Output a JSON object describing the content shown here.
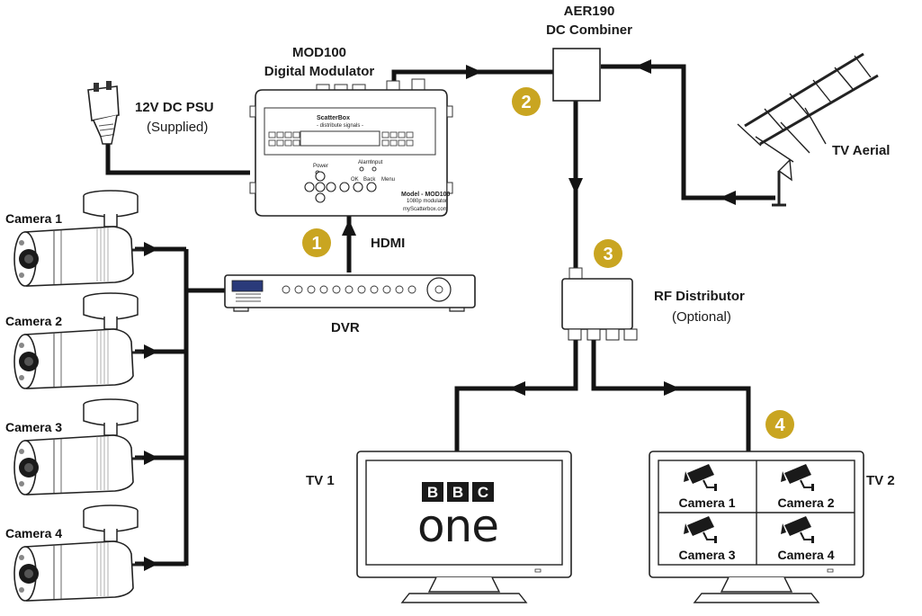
{
  "devices": {
    "psu": {
      "label": "12V DC PSU",
      "sub": "(Supplied)"
    },
    "modulator": {
      "label": "MOD100",
      "sub": "Digital Modulator",
      "brand": "ScatterBox",
      "brand_tag": "- distribute signals -",
      "model_line": "Model - MOD100",
      "model_sub": "1080p modulator",
      "website": "myScatterbox.com",
      "buttons": {
        "power": "Power",
        "alarm": "Alarm",
        "input": "Input",
        "ok": "OK",
        "back": "Back",
        "menu": "Menu"
      }
    },
    "combiner": {
      "label": "AER190",
      "sub": "DC Combiner"
    },
    "aerial": {
      "label": "TV Aerial"
    },
    "dvr": {
      "label": "DVR"
    },
    "distributor": {
      "label": "RF Distributor",
      "sub": "(Optional)"
    },
    "hdmi": {
      "label": "HDMI"
    }
  },
  "cameras": [
    {
      "label": "Camera 1"
    },
    {
      "label": "Camera 2"
    },
    {
      "label": "Camera 3"
    },
    {
      "label": "Camera 4"
    }
  ],
  "tv1": {
    "label": "TV 1",
    "logo_letters": [
      "B",
      "B",
      "C"
    ],
    "logo_word": "one"
  },
  "tv2": {
    "label": "TV 2",
    "quad": [
      "Camera 1",
      "Camera 2",
      "Camera 3",
      "Camera 4"
    ]
  },
  "steps": [
    "1",
    "2",
    "3",
    "4"
  ],
  "colors": {
    "badge": "#c9a521",
    "wire": "#141414"
  }
}
